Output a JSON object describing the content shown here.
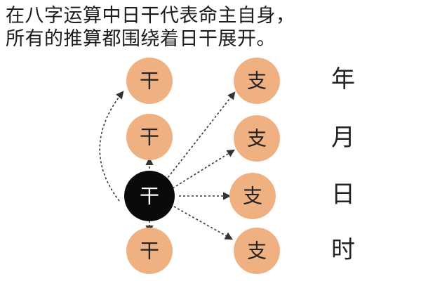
{
  "caption": {
    "line1": "在八字运算中日干代表命主自身，",
    "line2": "所有的推算都围绕着日干展开。"
  },
  "nodes": {
    "year_stem": "干",
    "month_stem": "干",
    "day_stem": "干",
    "hour_stem": "干",
    "year_branch": "支",
    "month_branch": "支",
    "day_branch": "支",
    "hour_branch": "支"
  },
  "row_labels": {
    "year": "年",
    "month": "月",
    "day": "日",
    "hour": "时"
  },
  "colors": {
    "node_fill": "#efb182",
    "center_fill": "#0a0a0a",
    "center_text": "#ffffff",
    "node_text": "#222222",
    "arrow": "#333333"
  }
}
